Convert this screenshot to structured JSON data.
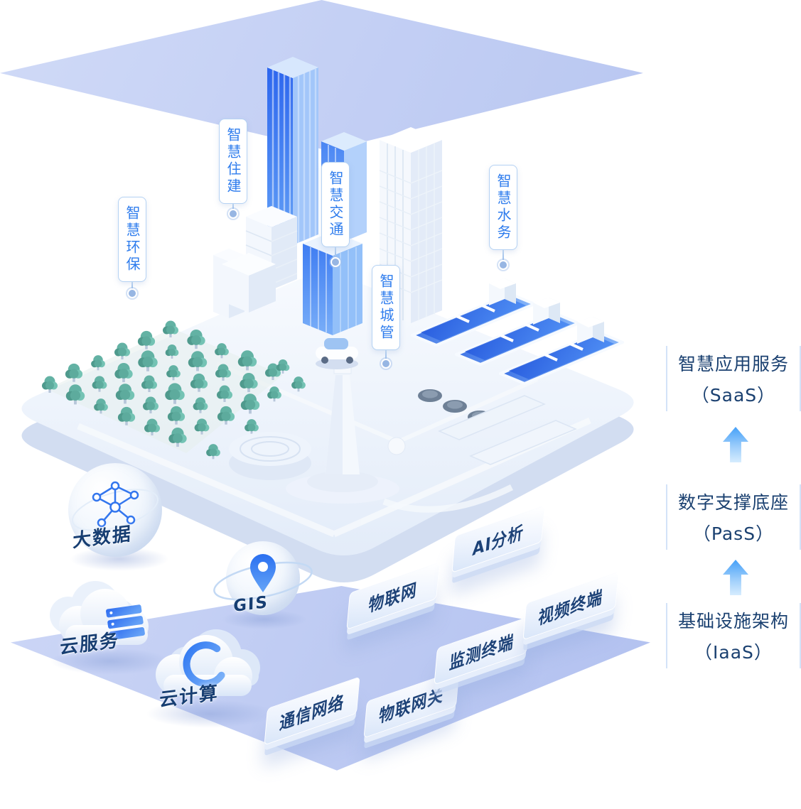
{
  "city_callouts": [
    {
      "label": "智慧环保"
    },
    {
      "label": "智慧住建"
    },
    {
      "label": "智慧交通"
    },
    {
      "label": "智慧城管"
    },
    {
      "label": "智慧水务"
    }
  ],
  "paas_layer": {
    "items": [
      {
        "label": "大数据",
        "icon": "big-data-globe-icon"
      },
      {
        "label": "GIS",
        "icon": "gis-globe-pin-icon"
      },
      {
        "label": "物联网",
        "icon": "platform-slab"
      },
      {
        "label": "AI分析",
        "icon": "platform-slab"
      }
    ]
  },
  "iaas_layer": {
    "items": [
      {
        "label": "云服务",
        "icon": "cloud-server-icon"
      },
      {
        "label": "云计算",
        "icon": "cloud-computing-icon"
      },
      {
        "label": "通信网络",
        "icon": "platform-slab"
      },
      {
        "label": "物联网关",
        "icon": "platform-slab"
      },
      {
        "label": "监测终端",
        "icon": "platform-slab"
      },
      {
        "label": "视频终端",
        "icon": "platform-slab"
      }
    ]
  },
  "architecture_levels": [
    {
      "name": "智慧应用服务",
      "abbr": "（SaaS）"
    },
    {
      "name": "数字支撑底座",
      "abbr": "（PasS）"
    },
    {
      "name": "基础设施架构",
      "abbr": "（IaaS）"
    }
  ],
  "colors": {
    "accent_blue": "#2e7ced",
    "label_navy": "#1a4070",
    "callout_border": "#b5d2f3",
    "sheet_blue": "#c3cff4",
    "tree_green": "#5dab9d",
    "building_blue": "#2d66ee"
  }
}
